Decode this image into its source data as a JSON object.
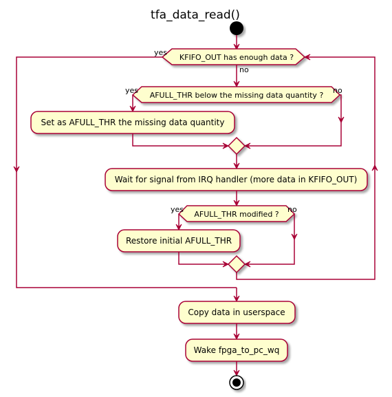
{
  "diagram": {
    "title": "tfa_data_read()",
    "loop_condition": "KFIFO_OUT has enough data ?",
    "loop_yes": "yes",
    "loop_no": "no",
    "cond_afull": "AFULL_THR below the missing data quantity ?",
    "cond_afull_yes": "yes",
    "cond_afull_no": "no",
    "action_set_afull": "Set as AFULL_THR the missing data quantity",
    "action_wait": "Wait for signal from IRQ handler (more data in KFIFO_OUT)",
    "cond_modified": "AFULL_THR modified ?",
    "cond_modified_yes": "yes",
    "cond_modified_no": "no",
    "action_restore": "Restore initial AFULL_THR",
    "action_copy": "Copy data in userspace",
    "action_wake": "Wake fpga_to_pc_wq"
  },
  "colors": {
    "node_fill": "#FEFECE",
    "stroke": "#A80036",
    "start_end": "#000000"
  }
}
